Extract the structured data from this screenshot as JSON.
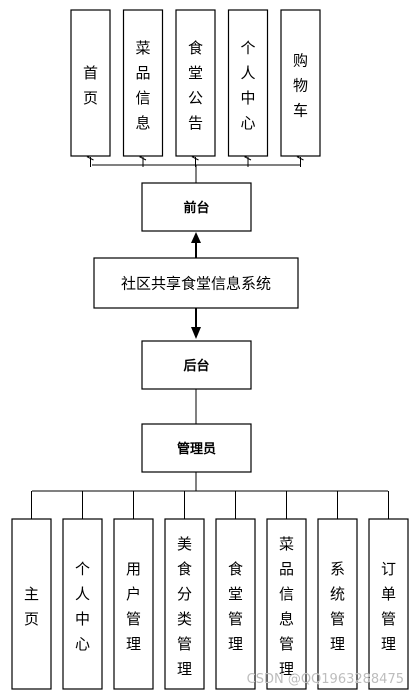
{
  "center": {
    "label": "社区共享食堂信息系统"
  },
  "frontend": {
    "label": "前台",
    "modules": [
      "首页",
      "菜品信息",
      "食堂公告",
      "个人中心",
      "购物车"
    ]
  },
  "backend": {
    "label": "后台"
  },
  "admin": {
    "label": "管理员",
    "modules": [
      "主页",
      "个人中心",
      "用户管理",
      "美食分类管理",
      "食堂管理",
      "菜品信息管理",
      "系统管理",
      "订单管理"
    ]
  },
  "watermark": "CSDN @QQ1963288475"
}
